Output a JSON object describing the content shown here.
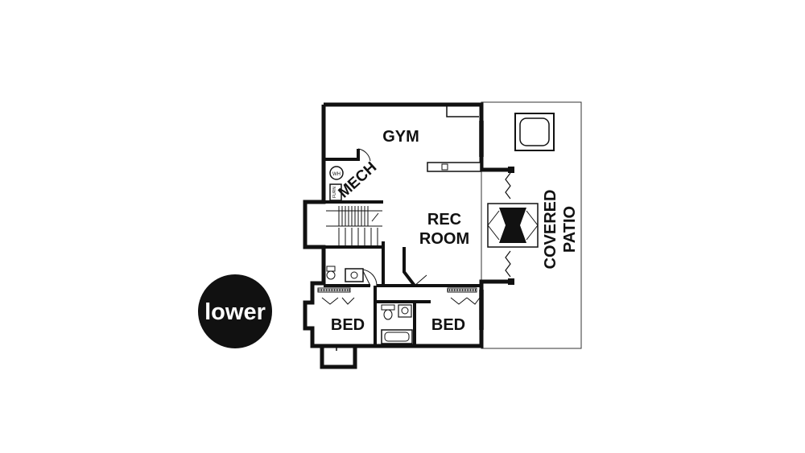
{
  "floor_label": "lower",
  "rooms": {
    "gym": "GYM",
    "mech": "MECH",
    "rec_line1": "REC",
    "rec_line2": "ROOM",
    "bed_left": "BED",
    "bed_right": "BED",
    "patio_line1": "COVERED",
    "patio_line2": "PATIO"
  },
  "fixtures": {
    "water_heater": "WH",
    "furnace": "FURN"
  },
  "colors": {
    "wall": "#111111",
    "background": "#ffffff",
    "badge": "#111111"
  }
}
